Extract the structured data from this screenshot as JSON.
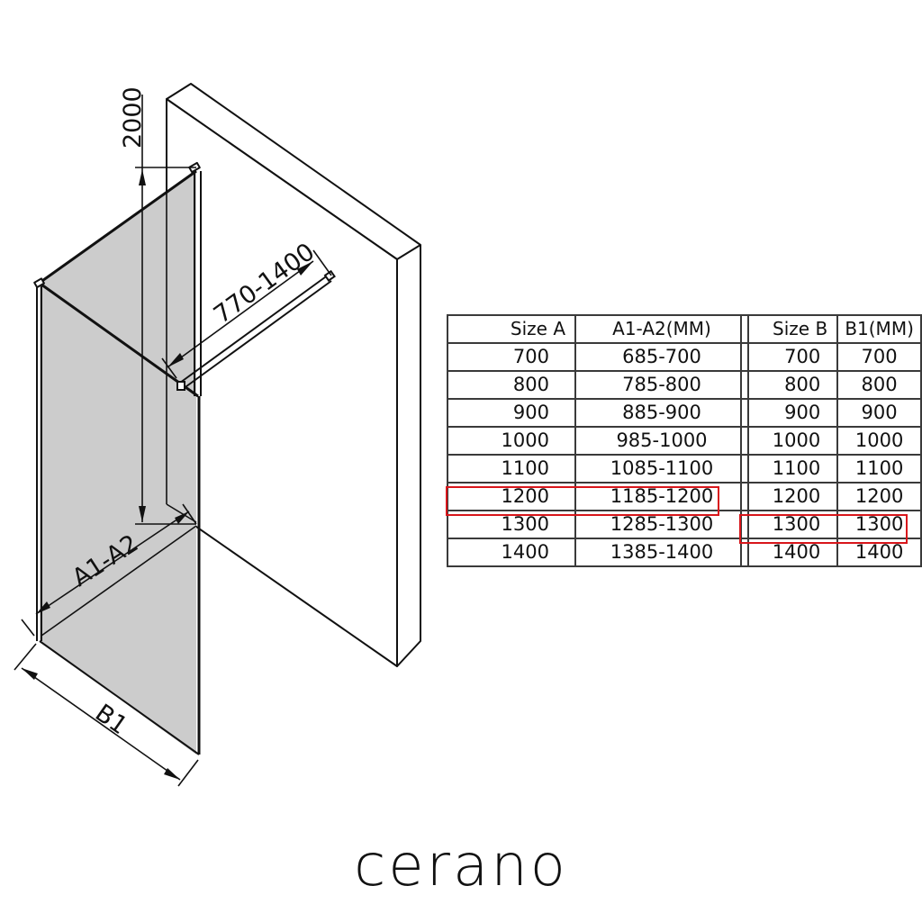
{
  "diagram": {
    "title": "Walk-in shower screen dimension drawing",
    "dimensions": {
      "height": "2000",
      "support_bar": "770-1400",
      "panel_width": "A1-A2",
      "depth": "B1"
    },
    "colors": {
      "glass": "#cccccc",
      "lines": "#111111",
      "highlight": "#d8161b"
    }
  },
  "table_a": {
    "headers": [
      "Size  A",
      "A1-A2(MM)"
    ],
    "rows": [
      [
        "700",
        "685-700"
      ],
      [
        "800",
        "785-800"
      ],
      [
        "900",
        "885-900"
      ],
      [
        "1000",
        "985-1000"
      ],
      [
        "1100",
        "1085-1100"
      ],
      [
        "1200",
        "1185-1200"
      ],
      [
        "1300",
        "1285-1300"
      ],
      [
        "1400",
        "1385-1400"
      ]
    ],
    "highlighted_row": "1200"
  },
  "table_b": {
    "headers": [
      "Size  B",
      "B1(MM)"
    ],
    "rows": [
      [
        "700",
        "700"
      ],
      [
        "800",
        "800"
      ],
      [
        "900",
        "900"
      ],
      [
        "1000",
        "1000"
      ],
      [
        "1100",
        "1100"
      ],
      [
        "1200",
        "1200"
      ],
      [
        "1300",
        "1300"
      ],
      [
        "1400",
        "1400"
      ]
    ],
    "highlighted_row": "1300"
  },
  "brand": {
    "logo_text": "cerano"
  }
}
